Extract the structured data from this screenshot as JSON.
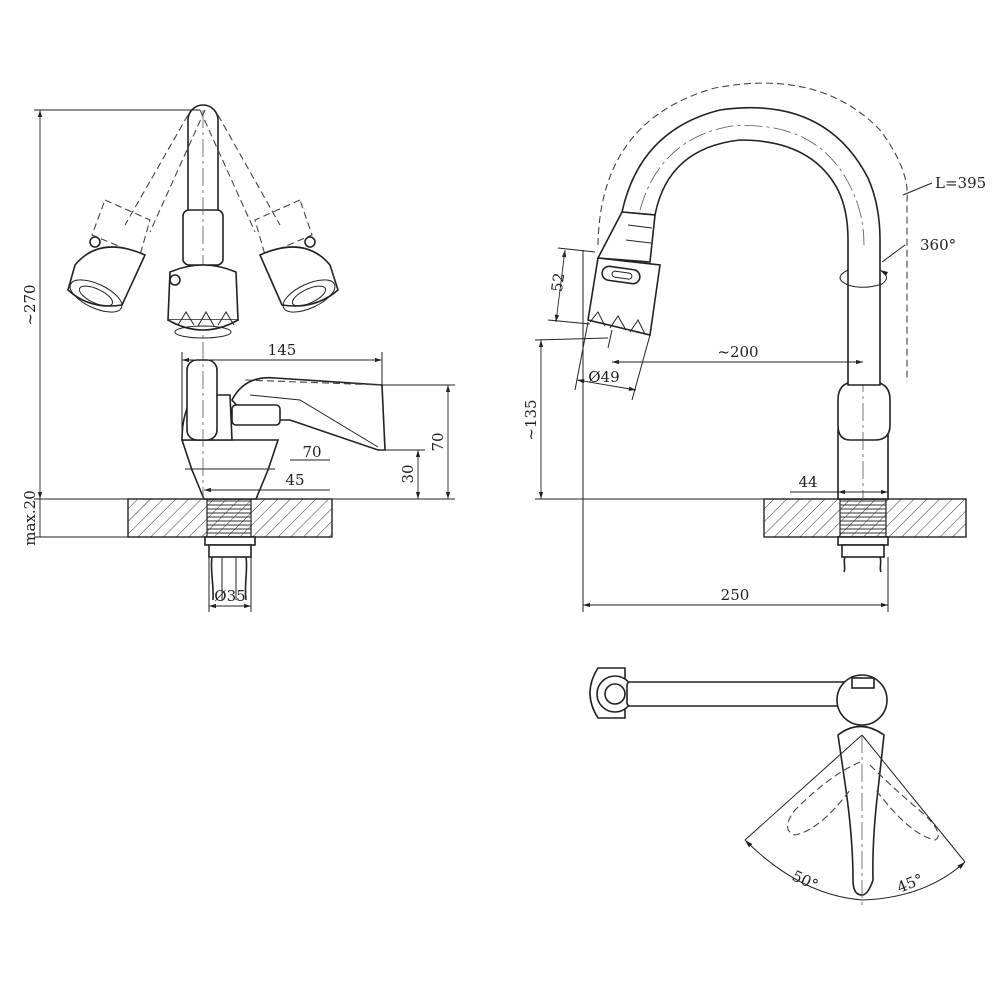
{
  "dimensions": {
    "height_total": "~270",
    "max_counter": "max.20",
    "lever_reach": "145",
    "lever_height": "70",
    "lever_height_side": "70",
    "lever_base": "30",
    "base_width": "45",
    "shank_diameter": "Ø35",
    "spout_length": "L=395",
    "rotation": "360°",
    "aerator_height": "52",
    "aerator_diameter": "Ø49",
    "spout_reach": "~200",
    "spout_height": "~135",
    "base_diameter": "44",
    "total_reach": "250",
    "handle_left_angle": "50°",
    "handle_right_angle": "45°"
  },
  "colors": {
    "line": "#222222",
    "background": "#ffffff"
  }
}
